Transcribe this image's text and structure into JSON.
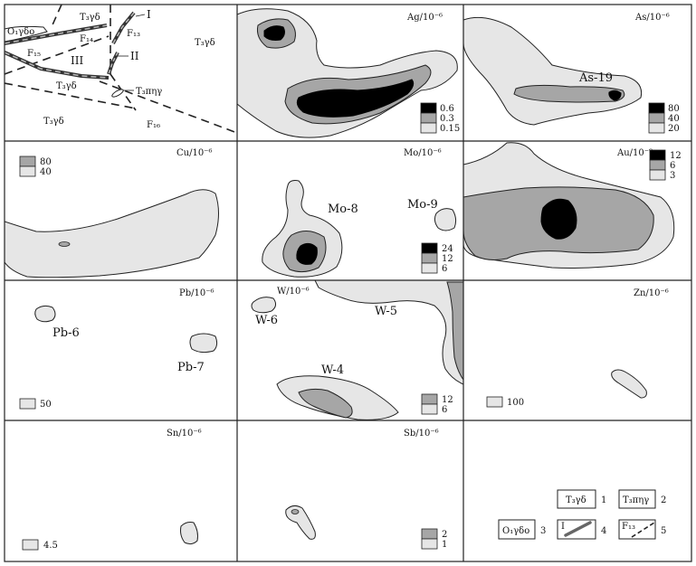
{
  "colors": {
    "high": "#000000",
    "mid": "#a6a6a6",
    "low": "#e6e6e6",
    "line": "#222222"
  },
  "geology": {
    "units": [
      "T₃γδ",
      "O₁γδo",
      "T₃γδ",
      "T₃γδ",
      "T₃γδ",
      "T₃πηγ"
    ],
    "faults": [
      "F₁₃",
      "F₁₄",
      "F₁₅",
      "F₁₆"
    ],
    "veins": [
      "I",
      "II",
      "III"
    ]
  },
  "panels": {
    "ag": {
      "title": "Ag/10⁻⁶",
      "legend": [
        "0.6",
        "0.3",
        "0.15"
      ]
    },
    "as": {
      "title": "As/10⁻⁶",
      "anomaly": "As-19",
      "legend": [
        "80",
        "40",
        "20"
      ]
    },
    "cu": {
      "title": "Cu/10⁻⁶",
      "legend": [
        "80",
        "40"
      ]
    },
    "mo": {
      "title": "Mo/10⁻⁶",
      "anomalies": [
        "Mo-8",
        "Mo-9"
      ],
      "legend": [
        "24",
        "12",
        "6"
      ]
    },
    "au": {
      "title": "Au/10⁻⁹",
      "legend": [
        "12",
        "6",
        "3"
      ]
    },
    "pb": {
      "title": "Pb/10⁻⁶",
      "anomalies": [
        "Pb-6",
        "Pb-7"
      ],
      "legend": [
        "50"
      ]
    },
    "w": {
      "title": "W/10⁻⁶",
      "anomalies": [
        "W-6",
        "W-5",
        "W-4"
      ],
      "legend": [
        "12",
        "6"
      ]
    },
    "zn": {
      "title": "Zn/10⁻⁶",
      "legend": [
        "100"
      ]
    },
    "sn": {
      "title": "Sn/10⁻⁶",
      "legend": [
        "4.5"
      ]
    },
    "sb": {
      "title": "Sb/10⁻⁶",
      "legend": [
        "2",
        "1"
      ]
    }
  },
  "key": {
    "items": [
      {
        "label": "T₃γδ",
        "num": "1"
      },
      {
        "label": "T₃πηγ",
        "num": "2"
      },
      {
        "label": "O₁γδo",
        "num": "3"
      },
      {
        "label": "I",
        "num": "4"
      },
      {
        "label": "F₁₃",
        "num": "5"
      }
    ]
  }
}
